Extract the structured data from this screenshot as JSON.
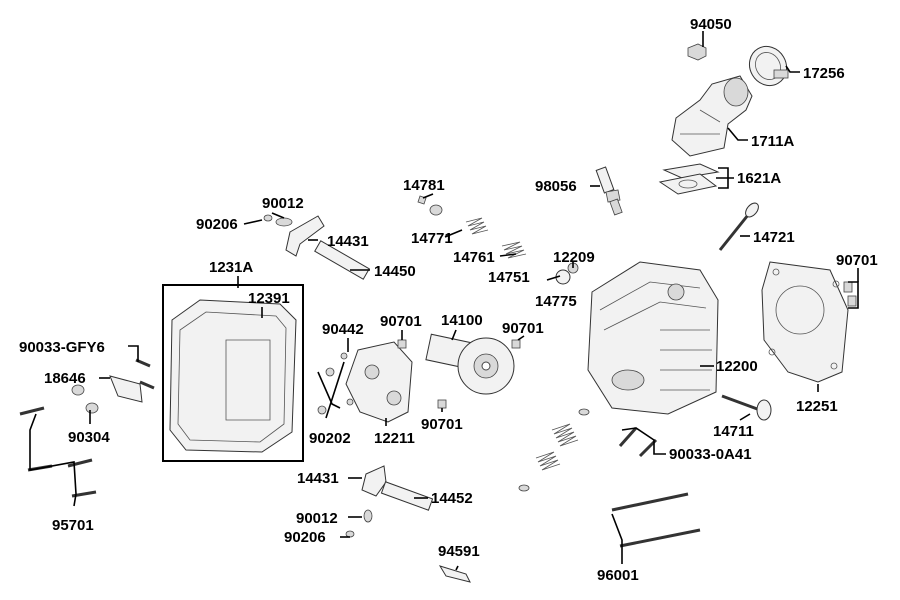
{
  "diagram": {
    "colors": {
      "line": "#000000",
      "part_fill": "#f2f2f2",
      "part_shade": "#d9d9d9",
      "background": "#ffffff"
    },
    "labels": {
      "p94050": "94050",
      "p17256": "17256",
      "p1711A": "1711A",
      "p1621A": "1621A",
      "p98056": "98056",
      "p14721": "14721",
      "p90701_r": "90701",
      "p14781": "14781",
      "p14771": "14771",
      "p14761": "14761",
      "p14751": "14751",
      "p12209": "12209",
      "p14775": "14775",
      "p90012_top": "90012",
      "p90206_top": "90206",
      "p14431_top": "14431",
      "p14450": "14450",
      "p1231A": "1231A",
      "p12391": "12391",
      "p90033_GFY6": "90033-GFY6",
      "p18646": "18646",
      "p90304": "90304",
      "p95701": "95701",
      "p90442": "90442",
      "p90701_a": "90701",
      "p14100": "14100",
      "p90701_b": "90701",
      "p90701_c": "90701",
      "p90202": "90202",
      "p12211": "12211",
      "p12200": "12200",
      "p12251": "12251",
      "p14711": "14711",
      "p90033_0A41": "90033-0A41",
      "p14431_bot": "14431",
      "p14452": "14452",
      "p90012_bot": "90012",
      "p90206_bot": "90206",
      "p94591": "94591",
      "p96001": "96001"
    }
  }
}
